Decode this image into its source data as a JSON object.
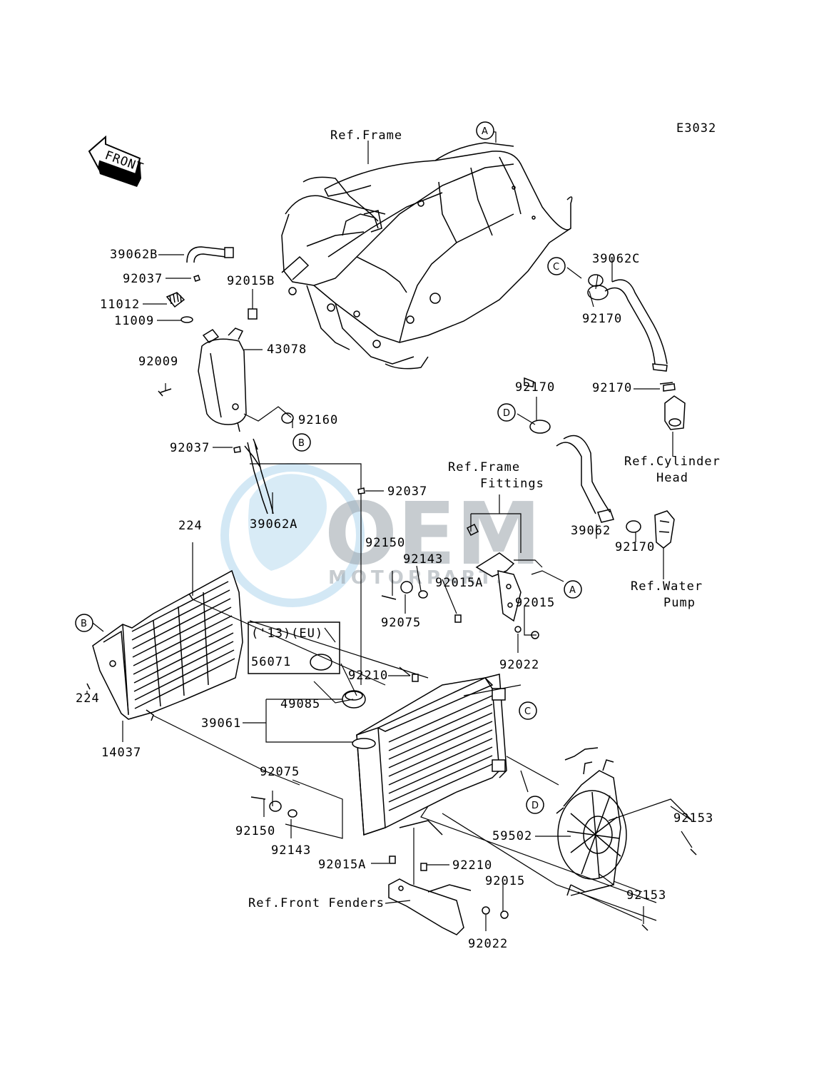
{
  "diagram_code": "E3032",
  "front_label": "FRONT",
  "watermark": {
    "main": "OEM",
    "sub": "MOTORPARTS"
  },
  "refs": {
    "frame": "Ref.Frame",
    "frame_fittings_1": "Ref.Frame",
    "frame_fittings_2": "Fittings",
    "cylinder_head_1": "Ref.Cylinder",
    "cylinder_head_2": "Head",
    "water_pump_1": "Ref.Water",
    "water_pump_2": "Pump",
    "front_fenders": "Ref.Front Fenders"
  },
  "note": {
    "line1": "('13)(EU)"
  },
  "callouts": {
    "A": "A",
    "B": "B",
    "C": "C",
    "D": "D"
  },
  "parts": {
    "p39062B": "39062B",
    "p92037a": "92037",
    "p11012": "11012",
    "p11009": "11009",
    "p92015B": "92015B",
    "p43078": "43078",
    "p92009": "92009",
    "p92160": "92160",
    "p92037b": "92037",
    "p92037c": "92037",
    "p39062A": "39062A",
    "p39062C": "39062C",
    "p92170a": "92170",
    "p92170b": "92170",
    "p92170c": "92170",
    "p92170d": "92170",
    "p39062": "39062",
    "p224a": "224",
    "p224b": "224",
    "p14037": "14037",
    "p92150a": "92150",
    "p92143a": "92143",
    "p92075a": "92075",
    "p92015Aa": "92015A",
    "p92015a": "92015",
    "p92022a": "92022",
    "p56071": "56071",
    "p92210a": "92210",
    "p49085": "49085",
    "p39061": "39061",
    "p92075b": "92075",
    "p92150b": "92150",
    "p92143b": "92143",
    "p92015Ab": "92015A",
    "p92210b": "92210",
    "p92015b": "92015",
    "p92022b": "92022",
    "p59502": "59502",
    "p92153a": "92153",
    "p92153b": "92153"
  }
}
